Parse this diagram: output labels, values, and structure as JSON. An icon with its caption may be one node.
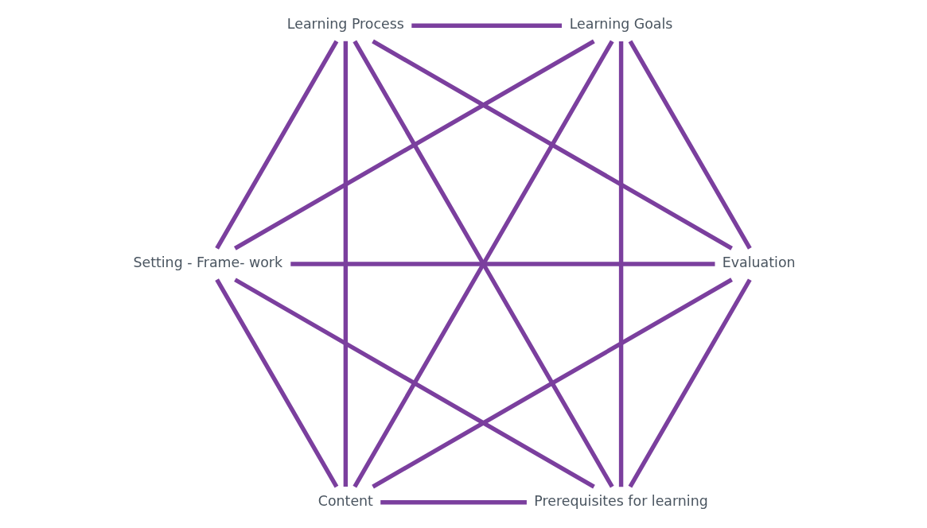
{
  "diagram": {
    "nodes": [
      {
        "text": [
          "Prerequisites for learning"
        ]
      },
      {
        "text": [
          "Evaluation"
        ]
      },
      {
        "text": [
          "Setting - Frame- work"
        ]
      },
      {
        "text": [
          "Learning Process"
        ]
      },
      {
        "text": [
          "Learning Goals"
        ]
      },
      {
        "text": [
          "Content"
        ]
      }
    ],
    "edges": [
      {
        "from": 0,
        "to": 1,
        "arrow": "none"
      },
      {
        "from": 0,
        "to": 2,
        "arrow": "none"
      },
      {
        "from": 0,
        "to": 3,
        "arrow": "none"
      },
      {
        "from": 0,
        "to": 4,
        "arrow": "none"
      },
      {
        "from": 0,
        "to": 5,
        "arrow": "none"
      },
      {
        "from": 1,
        "to": 2,
        "arrow": "none"
      },
      {
        "from": 1,
        "to": 3,
        "arrow": "none"
      },
      {
        "from": 1,
        "to": 4,
        "arrow": "none"
      },
      {
        "from": 1,
        "to": 5,
        "arrow": "none"
      },
      {
        "from": 2,
        "to": 3,
        "arrow": "none"
      },
      {
        "from": 2,
        "to": 4,
        "arrow": "none"
      },
      {
        "from": 2,
        "to": 5,
        "arrow": "none"
      },
      {
        "from": 3,
        "to": 4,
        "arrow": "none"
      },
      {
        "from": 3,
        "to": 5,
        "arrow": "none"
      },
      {
        "from": 4,
        "to": 5,
        "arrow": "none"
      }
    ]
  }
}
